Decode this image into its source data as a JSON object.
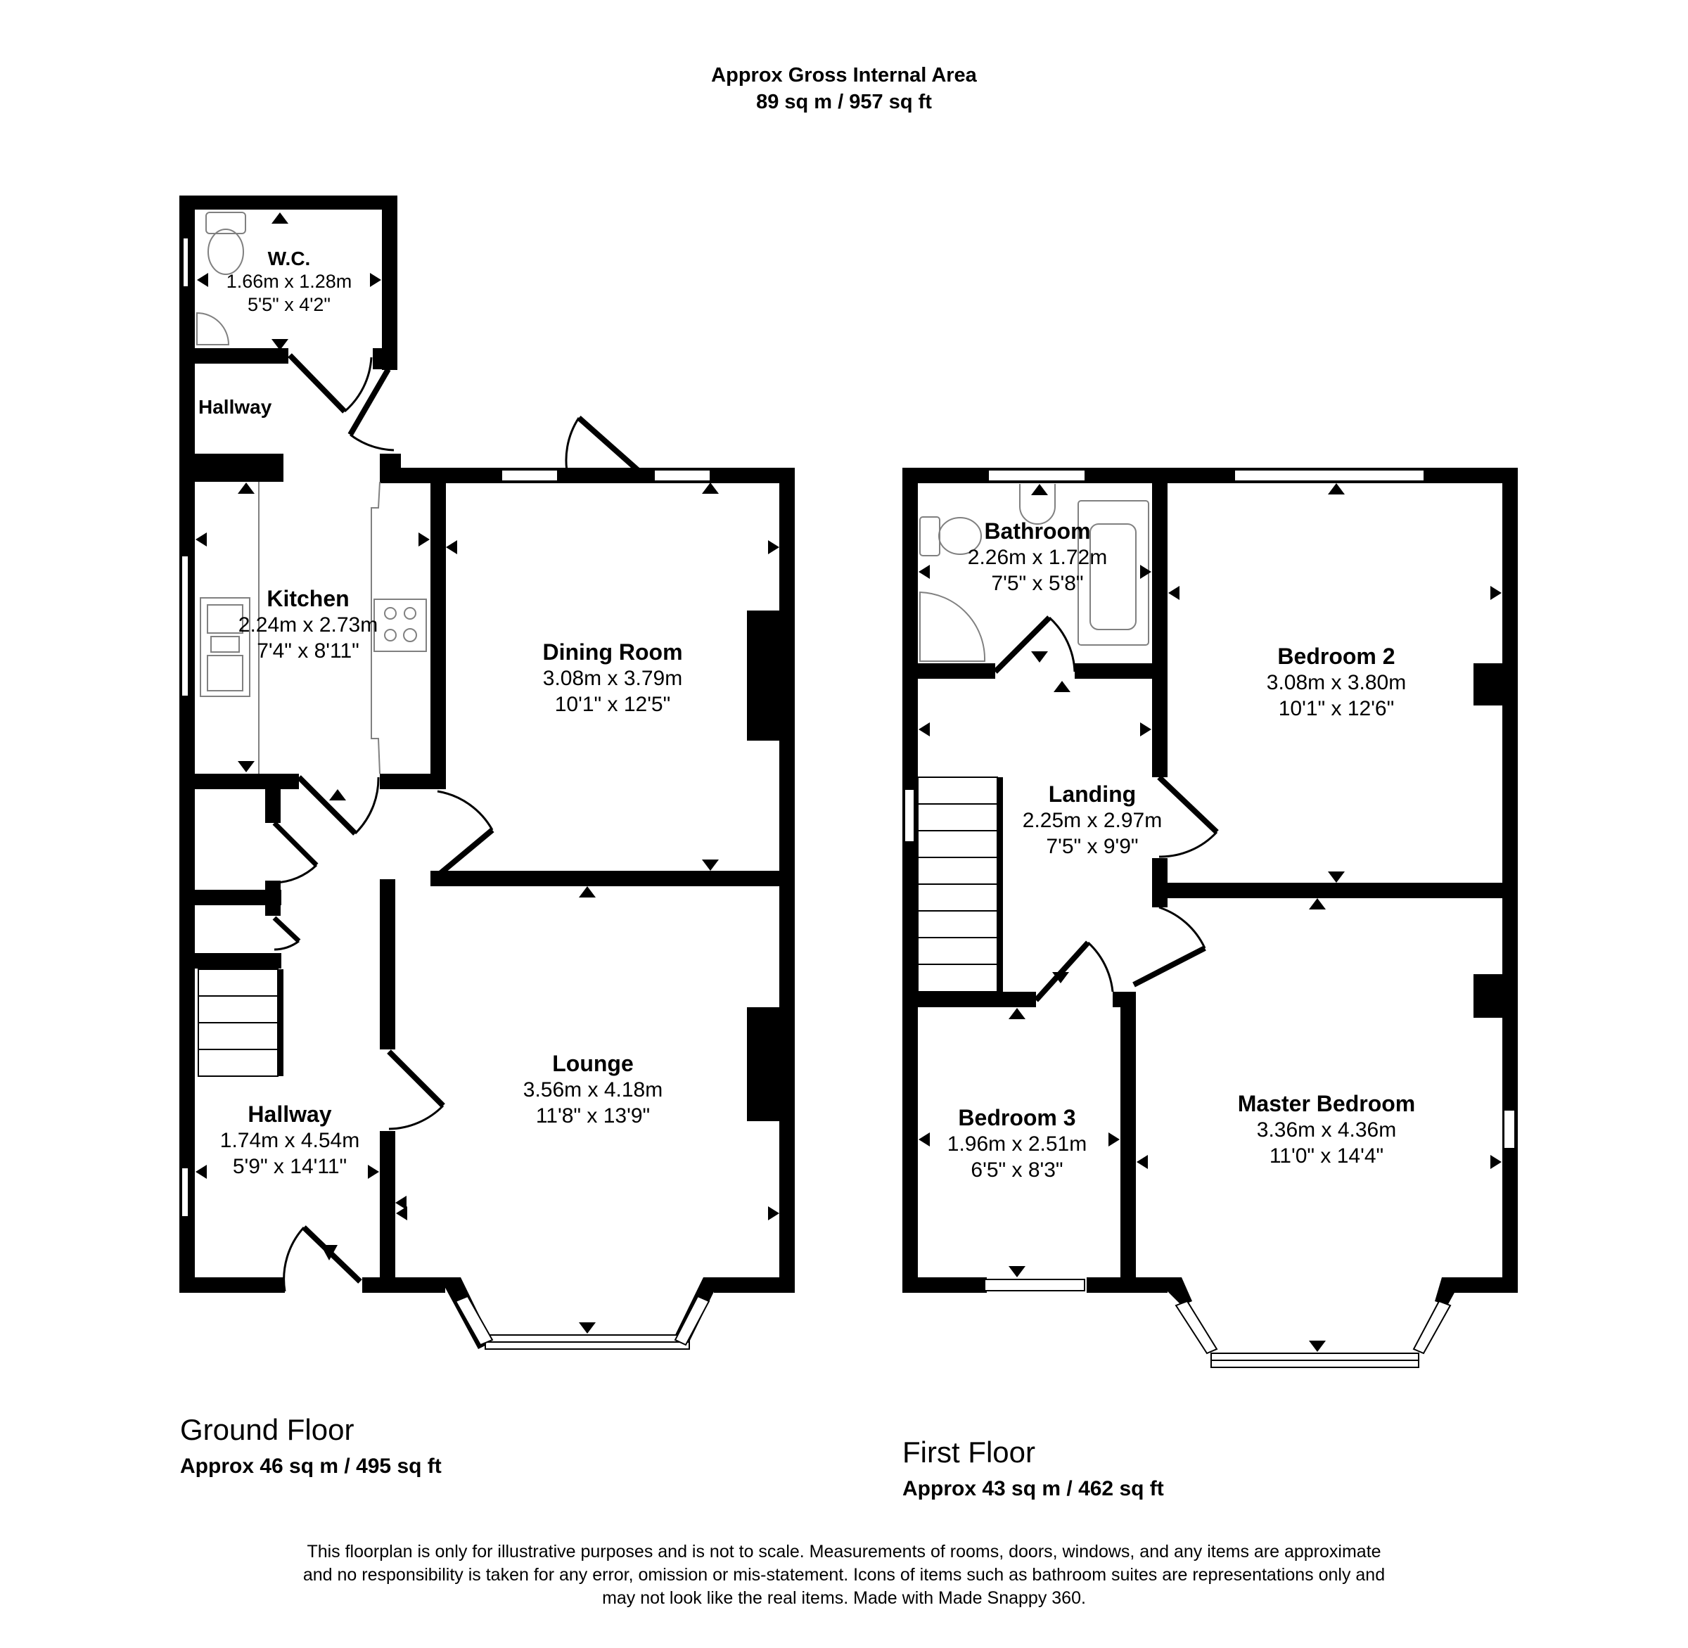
{
  "header": {
    "title": "Approx Gross Internal Area",
    "total_area": "89 sq m / 957 sq ft"
  },
  "floors": [
    {
      "name": "Ground Floor",
      "area": "Approx 46 sq m / 495 sq ft",
      "rooms": [
        {
          "name": "W.C.",
          "metric": "1.66m x 1.28m",
          "imperial": "5'5\" x 4'2\""
        },
        {
          "name": "Hallway",
          "metric": "",
          "imperial": ""
        },
        {
          "name": "Kitchen",
          "metric": "2.24m x 2.73m",
          "imperial": "7'4\" x 8'11\""
        },
        {
          "name": "Dining Room",
          "metric": "3.08m x 3.79m",
          "imperial": "10'1\" x 12'5\""
        },
        {
          "name": "Lounge",
          "metric": "3.56m x 4.18m",
          "imperial": "11'8\" x 13'9\""
        },
        {
          "name": "Hallway",
          "metric": "1.74m x 4.54m",
          "imperial": "5'9\" x 14'11\""
        }
      ]
    },
    {
      "name": "First Floor",
      "area": "Approx 43 sq m / 462 sq ft",
      "rooms": [
        {
          "name": "Bathroom",
          "metric": "2.26m x 1.72m",
          "imperial": "7'5\" x 5'8\""
        },
        {
          "name": "Bedroom 2",
          "metric": "3.08m x 3.80m",
          "imperial": "10'1\" x 12'6\""
        },
        {
          "name": "Landing",
          "metric": "2.25m x 2.97m",
          "imperial": "7'5\" x 9'9\""
        },
        {
          "name": "Bedroom 3",
          "metric": "1.96m x 2.51m",
          "imperial": "6'5\" x 8'3\""
        },
        {
          "name": "Master Bedroom",
          "metric": "3.36m x 4.36m",
          "imperial": "11'0\" x 14'4\""
        }
      ]
    }
  ],
  "disclaimer": {
    "line1": "This floorplan is only for illustrative purposes and is not to scale. Measurements of rooms, doors, windows, and any items are approximate",
    "line2": "and no responsibility is taken for any error, omission or mis-statement. Icons of items such as bathroom suites are representations only and",
    "line3": "may not look like the real items. Made with Made Snappy 360."
  },
  "colors": {
    "wall": "#000000",
    "background": "#ffffff",
    "fixture_line": "#808080"
  }
}
